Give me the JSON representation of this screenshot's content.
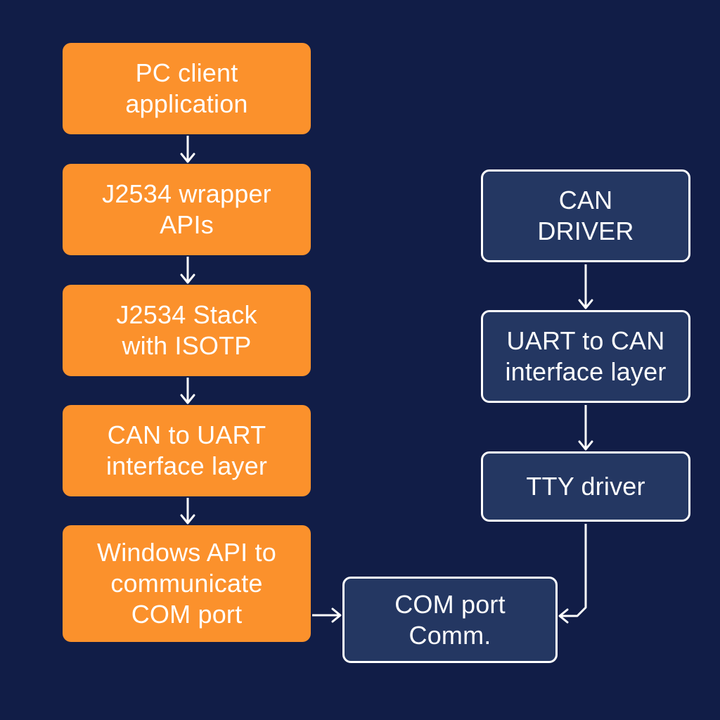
{
  "colors": {
    "background": "#111d47",
    "orange_box": "#fb912c",
    "navy_box": "#243762",
    "line": "#ffffff",
    "text": "#ffffff"
  },
  "left_stack": [
    {
      "id": "pc-client-application",
      "lines": [
        "PC client",
        "application"
      ]
    },
    {
      "id": "j2534-wrapper-apis",
      "lines": [
        "J2534 wrapper",
        "APIs"
      ]
    },
    {
      "id": "j2534-stack-with-isotp",
      "lines": [
        "J2534 Stack",
        "with ISOTP"
      ]
    },
    {
      "id": "can-to-uart-interface-layer",
      "lines": [
        "CAN to UART",
        "interface layer"
      ]
    },
    {
      "id": "windows-api-com-port",
      "lines": [
        "Windows API to",
        "communicate",
        "COM port"
      ]
    }
  ],
  "right_stack": [
    {
      "id": "can-driver",
      "lines": [
        "CAN",
        "DRIVER"
      ]
    },
    {
      "id": "uart-to-can-interface-layer",
      "lines": [
        "UART to CAN",
        "interface layer"
      ]
    },
    {
      "id": "tty-driver",
      "lines": [
        "TTY driver"
      ]
    }
  ],
  "hub": {
    "id": "com-port-comm",
    "lines": [
      "COM port",
      "Comm."
    ]
  },
  "edges": [
    {
      "from": "pc-client-application",
      "to": "j2534-wrapper-apis"
    },
    {
      "from": "j2534-wrapper-apis",
      "to": "j2534-stack-with-isotp"
    },
    {
      "from": "j2534-stack-with-isotp",
      "to": "can-to-uart-interface-layer"
    },
    {
      "from": "can-to-uart-interface-layer",
      "to": "windows-api-com-port"
    },
    {
      "from": "windows-api-com-port",
      "to": "com-port-comm"
    },
    {
      "from": "can-driver",
      "to": "uart-to-can-interface-layer"
    },
    {
      "from": "uart-to-can-interface-layer",
      "to": "tty-driver"
    },
    {
      "from": "tty-driver",
      "to": "com-port-comm"
    }
  ]
}
